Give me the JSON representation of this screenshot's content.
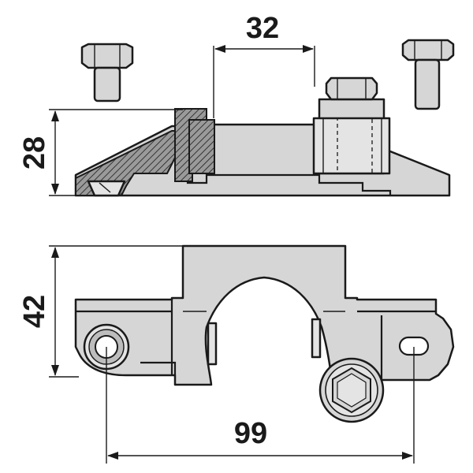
{
  "dimensions": {
    "width_top": "32",
    "height_top": "28",
    "height_bottom": "42",
    "width_bottom": "99"
  },
  "colors": {
    "metal": "#d6d6d6",
    "metal_light": "#e4e4e4",
    "outline": "#1a1a1a",
    "background": "#ffffff"
  }
}
